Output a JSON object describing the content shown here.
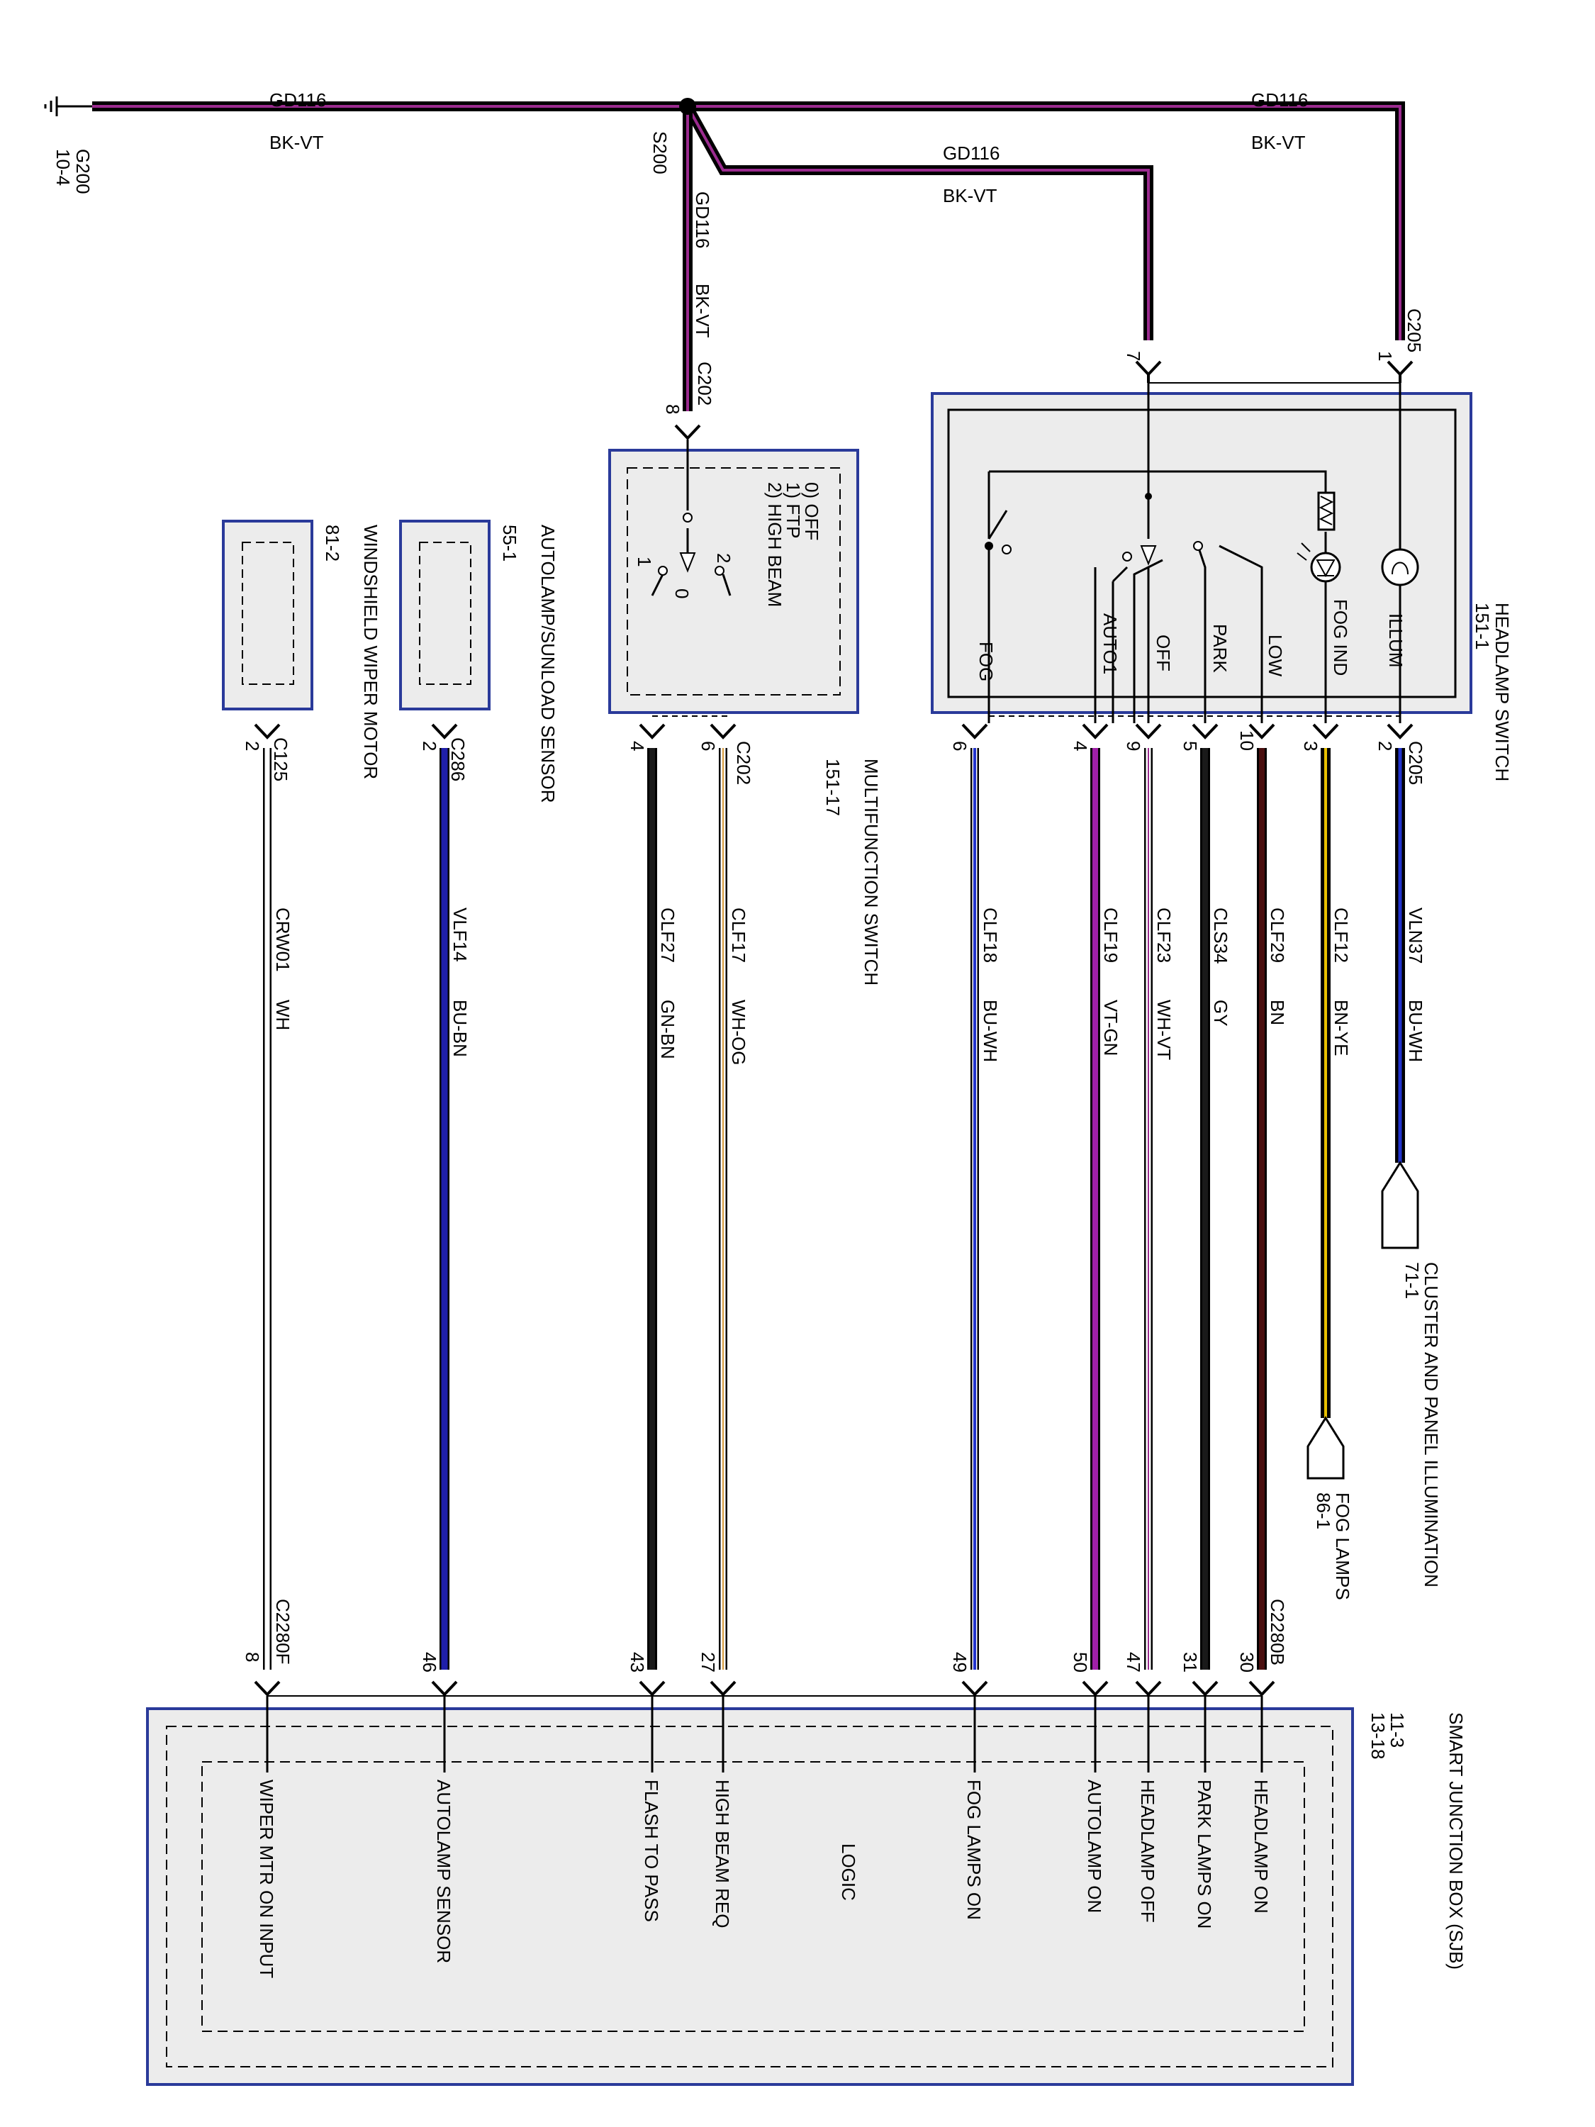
{
  "ground": {
    "ref": "G200",
    "page": "10-4"
  },
  "splice": "S200",
  "colors": {
    "wire_outline": "#000000",
    "box_border": "#2a3a9a",
    "box_fill": "#ececec",
    "stripe_violet": "#9b2b8f",
    "stripe_blue": "#2233cc",
    "stripe_orange": "#d69a3a",
    "stripe_yellow": "#e8c000",
    "core_blue": "#1f1faa",
    "core_violet": "#a020a8",
    "core_brown": "#4a0f0f",
    "core_gray": "#1a1a1a"
  },
  "ground_wires": [
    {
      "circuit": "GD116",
      "color": "BK-VT"
    },
    {
      "circuit": "GD116",
      "color": "BK-VT"
    },
    {
      "circuit": "GD116",
      "color": "BK-VT"
    },
    {
      "circuit": "GD116",
      "color": "BK-VT"
    }
  ],
  "headlamp_switch": {
    "title": "HEADLAMP SWITCH",
    "page": "151-1",
    "top_connector": "C205",
    "top_pins": [
      "1",
      "7"
    ],
    "bottom_connector": "C205",
    "positions": [
      "ILLUM",
      "FOG IND",
      "LOW",
      "PARK",
      "OFF",
      "AUTO1",
      "FOG"
    ]
  },
  "multifunction_switch": {
    "title": "MULTIFUNCTION SWITCH",
    "page": "151-17",
    "top_connector": "C202",
    "top_pin": "8",
    "positions": [
      "0) OFF",
      "1) FTP",
      "2) HIGH BEAM"
    ],
    "contacts": [
      "1",
      "2",
      "0"
    ],
    "bottom_connector": "C202"
  },
  "autolamp_sensor": {
    "title": "AUTOLAMP/SUNLOAD SENSOR",
    "page": "55-1",
    "connector": "C286",
    "pin": "2"
  },
  "wiper_motor": {
    "title": "WINDSHIELD WIPER MOTOR",
    "page": "81-2",
    "connector": "C125",
    "pin": "2"
  },
  "wires": [
    {
      "circuit": "VLN37",
      "color": "BU-WH",
      "pin_top": "2",
      "pin_bottom": ""
    },
    {
      "circuit": "CLF12",
      "color": "BN-YE",
      "pin_top": "3",
      "pin_bottom": ""
    },
    {
      "circuit": "CLF29",
      "color": "BN",
      "pin_top": "10",
      "pin_bottom": "30"
    },
    {
      "circuit": "CLS34",
      "color": "GY",
      "pin_top": "5",
      "pin_bottom": "31"
    },
    {
      "circuit": "CLF23",
      "color": "WH-VT",
      "pin_top": "9",
      "pin_bottom": "47"
    },
    {
      "circuit": "CLF19",
      "color": "VT-GN",
      "pin_top": "4",
      "pin_bottom": "50"
    },
    {
      "circuit": "CLF18",
      "color": "BU-WH",
      "pin_top": "6",
      "pin_bottom": "49"
    },
    {
      "circuit": "CLF17",
      "color": "WH-OG",
      "pin_top": "6",
      "pin_bottom": "27"
    },
    {
      "circuit": "CLF27",
      "color": "GN-BN",
      "pin_top": "4",
      "pin_bottom": "43"
    },
    {
      "circuit": "VLF14",
      "color": "BU-BN",
      "pin_top": "2",
      "pin_bottom": "46"
    },
    {
      "circuit": "CRW01",
      "color": "WH",
      "pin_top": "2",
      "pin_bottom": "8"
    }
  ],
  "destinations": [
    {
      "title": "CLUSTER AND PANEL ILLUMINATION",
      "page": "71-1"
    },
    {
      "title": "FOG LAMPS",
      "page": "86-1"
    }
  ],
  "sjb": {
    "title": "SMART JUNCTION BOX (SJB)",
    "pages": [
      "11-3",
      "13-18"
    ],
    "connector_b": "C2280B",
    "connector_f": "C2280F",
    "logic": "LOGIC",
    "inputs": [
      "HEADLAMP ON",
      "PARK LAMPS ON",
      "HEADLAMP OFF",
      "AUTOLAMP ON",
      "FOG LAMPS ON",
      "HIGH BEAM REQ",
      "FLASH TO PASS",
      "AUTOLAMP SENSOR",
      "WIPER MTR ON INPUT"
    ]
  }
}
